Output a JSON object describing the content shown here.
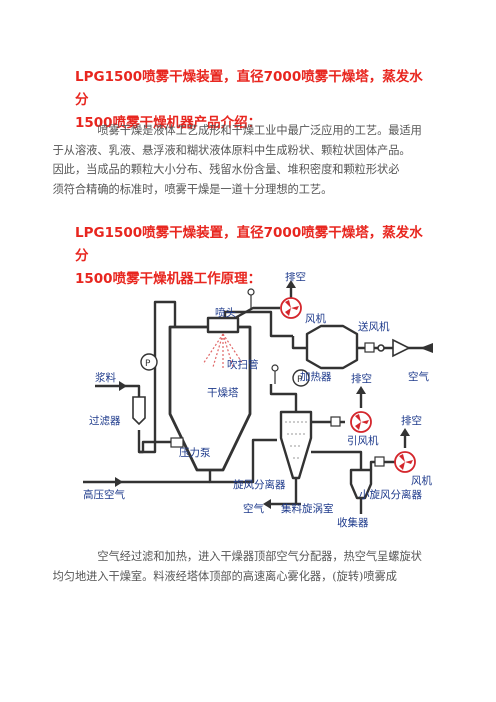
{
  "heading1_line1": "LPG1500喷雾干燥装置，直径7000喷雾干燥塔，蒸发水分",
  "heading1_line2": "1500喷雾干燥机器产品介绍：",
  "intro_lines": [
    "喷雾干燥是液体工艺成形和干燥工业中最广泛应用的工艺。最适用",
    "于从溶液、乳液、悬浮液和糊状液体原料中生成粉状、颗粒状固体产品。",
    "因此，当成品的颗粒大小分布、残留水份含量、堆积密度和颗粒形状必",
    "须符合精确的标准时，喷雾干燥是一道十分理想的工艺。"
  ],
  "heading2_line1": "LPG1500喷雾干燥装置，直径7000喷雾干燥塔，蒸发水分",
  "heading2_line2": "1500喷雾干燥机器工作原理：",
  "diagram_labels": {
    "exhaust_top": "排空",
    "nozzle": "喷头",
    "fan_top": "风机",
    "blower": "送风机",
    "purge_pipe": "吹扫管",
    "slurry": "浆料",
    "heater": "加热器",
    "air_right": "空气",
    "exhaust_mid": "排空",
    "drying_tower": "干燥塔",
    "filter": "过滤器",
    "exhaust_right": "排空",
    "induced_fan": "引风机",
    "pressure_pump": "压力泵",
    "fan_right": "风机",
    "cyclone": "旋风分离器",
    "small_cyclone": "小旋风分离器",
    "hp_air": "高压空气",
    "air_bottom": "空气",
    "collect_chamber": "集料旋涡室",
    "collector": "收集器",
    "gauge": "P"
  },
  "body_lines": [
    "空气经过滤和加热，进入干燥器顶部空气分配器，热空气呈螺旋状",
    "均匀地进入干燥室。料液经塔体顶部的高速离心雾化器，(旋转)喷雾成"
  ]
}
